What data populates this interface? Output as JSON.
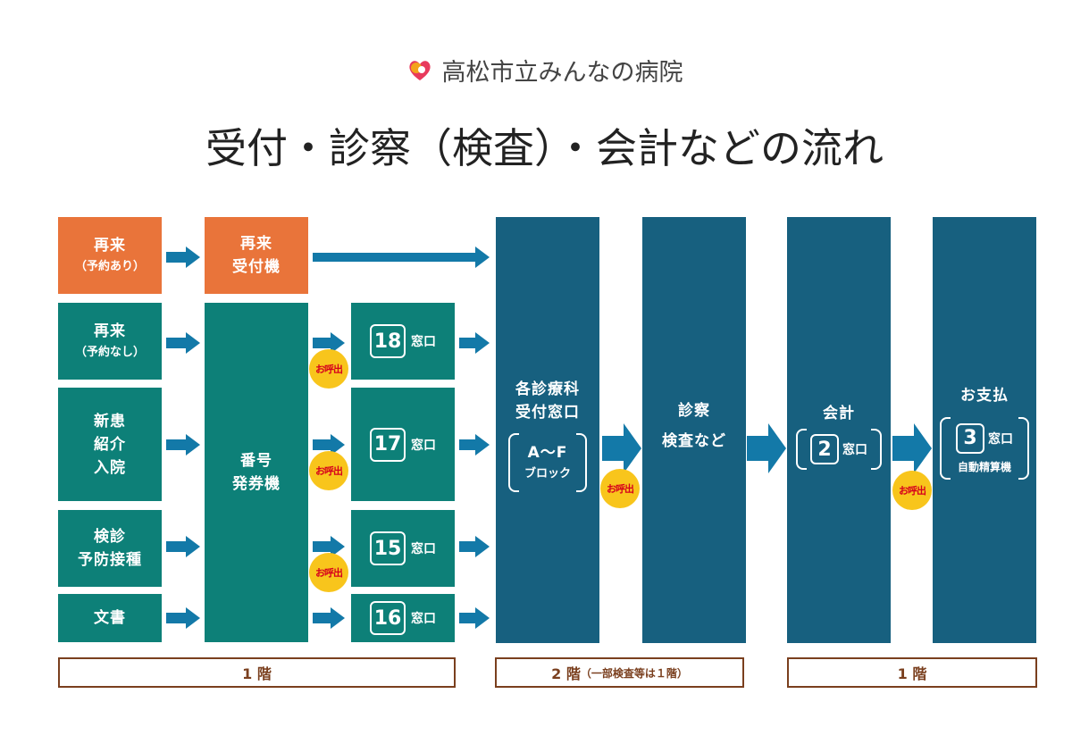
{
  "header": {
    "logo_icon": "hospital-logo-icon",
    "hospital_name": "高松市立みんなの病院",
    "title": "受付・診察（検査）・会計などの流れ"
  },
  "colors": {
    "orange": "#e9743a",
    "teal": "#0d8078",
    "navy": "#17607f",
    "arrow": "#1379a8",
    "badge": "#f8c51c",
    "badge_text": "#d6001c",
    "floor_border": "#7a3f1e"
  },
  "left_column": {
    "reserved": {
      "title": "再来",
      "sub": "（予約あり）"
    },
    "unreserved": {
      "title": "再来",
      "sub": "（予約なし）"
    },
    "new_patient": {
      "line1": "新患",
      "line2": "紹介",
      "line3": "入院"
    },
    "checkup": {
      "line1": "検診",
      "line2": "予防接種"
    },
    "documents": {
      "title": "文書"
    }
  },
  "machines": {
    "reception_machine": {
      "line1": "再来",
      "line2": "受付機"
    },
    "ticket_machine": {
      "line1": "番号",
      "line2": "発券機"
    }
  },
  "windows": [
    {
      "number": "18",
      "label": "窓口"
    },
    {
      "number": "17",
      "label": "窓口"
    },
    {
      "number": "15",
      "label": "窓口"
    },
    {
      "number": "16",
      "label": "窓口"
    }
  ],
  "call_badge": "お呼出",
  "departments": {
    "line1": "各診療科",
    "line2": "受付窓口",
    "block": "A～F",
    "block_sub": "ブロック"
  },
  "exam": {
    "line1": "診察",
    "line2": "検査など"
  },
  "accounting": {
    "title": "会計",
    "number": "2",
    "label": "窓口"
  },
  "payment": {
    "title": "お支払",
    "number": "3",
    "label": "窓口",
    "sub": "自動精算機"
  },
  "floors": {
    "first_left": "1 階",
    "second_main": "2 階",
    "second_note": "（一部検査等は１階）",
    "first_right": "1 階"
  }
}
